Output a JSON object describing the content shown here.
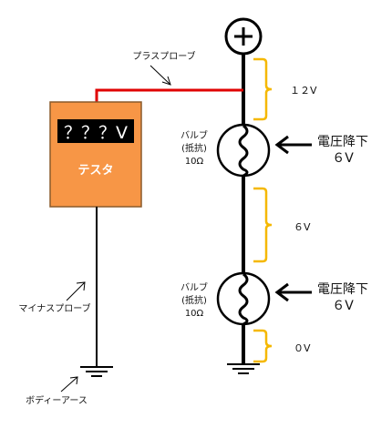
{
  "colors": {
    "tester_body": "#F79646",
    "tester_border": "#8A5A2A",
    "display_bg": "#000000",
    "display_text": "#FFFFFF",
    "plus_probe_wire": "#E00000",
    "wire": "#000000",
    "brace": "#F5B800"
  },
  "tester": {
    "display": "？？？V",
    "label": "テスタ"
  },
  "probes": {
    "plus": "プラスプローブ",
    "minus": "マイナスプローブ"
  },
  "ground": {
    "label": "ボディーアース"
  },
  "battery": {
    "terminal_symbol": "+"
  },
  "bulbs": [
    {
      "line1": "バルブ",
      "line2": "(抵抗)",
      "line3": "10Ω",
      "drop_label": "電圧降下",
      "drop_value": "６V"
    },
    {
      "line1": "バルブ",
      "line2": "(抵抗)",
      "line3": "10Ω",
      "drop_label": "電圧降下",
      "drop_value": "６V"
    }
  ],
  "voltages": {
    "top": "１２V",
    "middle": "６V",
    "bottom": "０V"
  }
}
